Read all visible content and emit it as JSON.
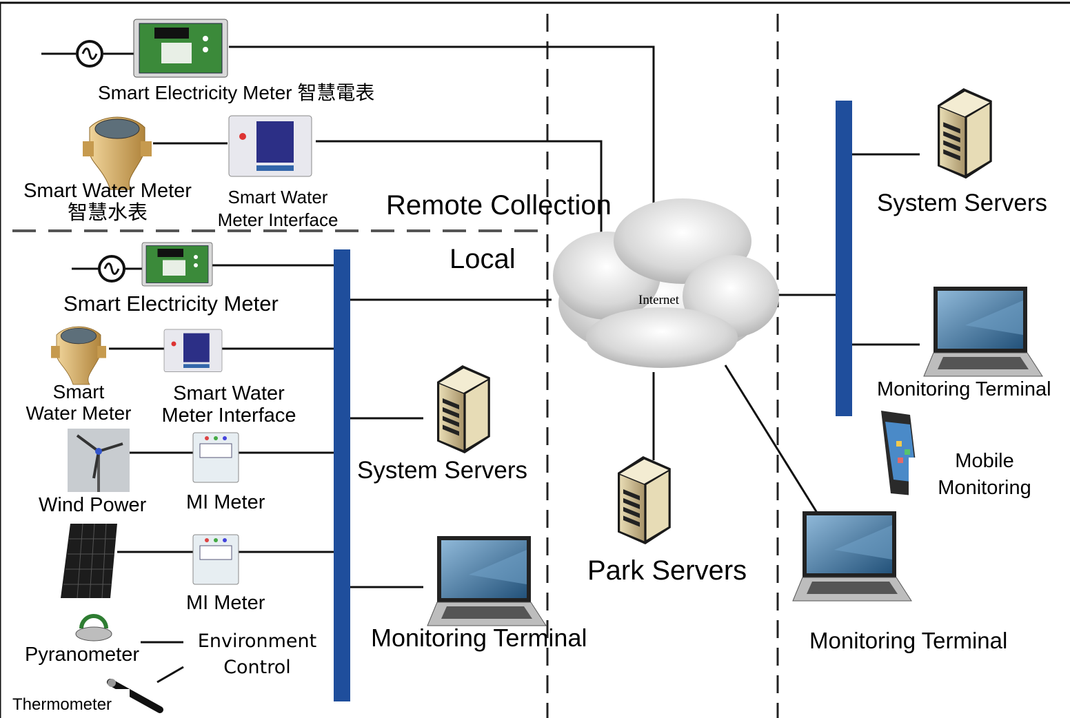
{
  "remote": {
    "electricity_meter": "Smart Electricity Meter 智慧電表",
    "water_meter_line1": "Smart Water Meter",
    "water_meter_line2": "智慧水表",
    "water_interface_line1": "Smart Water",
    "water_interface_line2": "Meter Interface",
    "zone_label": "Remote Collection"
  },
  "local": {
    "zone_label": "Local",
    "electricity_meter": "Smart Electricity Meter",
    "water_meter_line1": "Smart",
    "water_meter_line2": "Water Meter",
    "water_interface_line1": "Smart Water",
    "water_interface_line2": "Meter Interface",
    "wind_power": "Wind Power",
    "mi_meter_1": "MI Meter",
    "mi_meter_2": "MI Meter",
    "pyranometer": "Pyranometer",
    "environment_line1": "Environment",
    "environment_line2": "Control",
    "thermometer": "Thermometer",
    "system_servers": "System Servers",
    "monitoring_terminal": "Monitoring Terminal"
  },
  "internet": {
    "cloud_label": "Internet",
    "park_servers": "Park Servers",
    "monitoring_terminal": "Monitoring Terminal"
  },
  "remote_side": {
    "system_servers": "System Servers",
    "monitoring_terminal": "Monitoring Terminal",
    "mobile_line1": "Mobile",
    "mobile_line2": "Monitoring"
  },
  "colors": {
    "bus": "#1f4e9c",
    "line": "#111111",
    "meter_green": "#3b8a3a",
    "server_tan": "#c9b98b",
    "laptop_screen": "#3a6f9a"
  },
  "icons": [
    "ac-source-icon",
    "smart-electricity-meter-icon",
    "water-meter-icon",
    "water-interface-icon",
    "wind-turbine-icon",
    "mi-meter-icon",
    "solar-panel-icon",
    "pyranometer-icon",
    "thermometer-icon",
    "server-icon",
    "laptop-icon",
    "cloud-icon",
    "smartphone-icon"
  ]
}
